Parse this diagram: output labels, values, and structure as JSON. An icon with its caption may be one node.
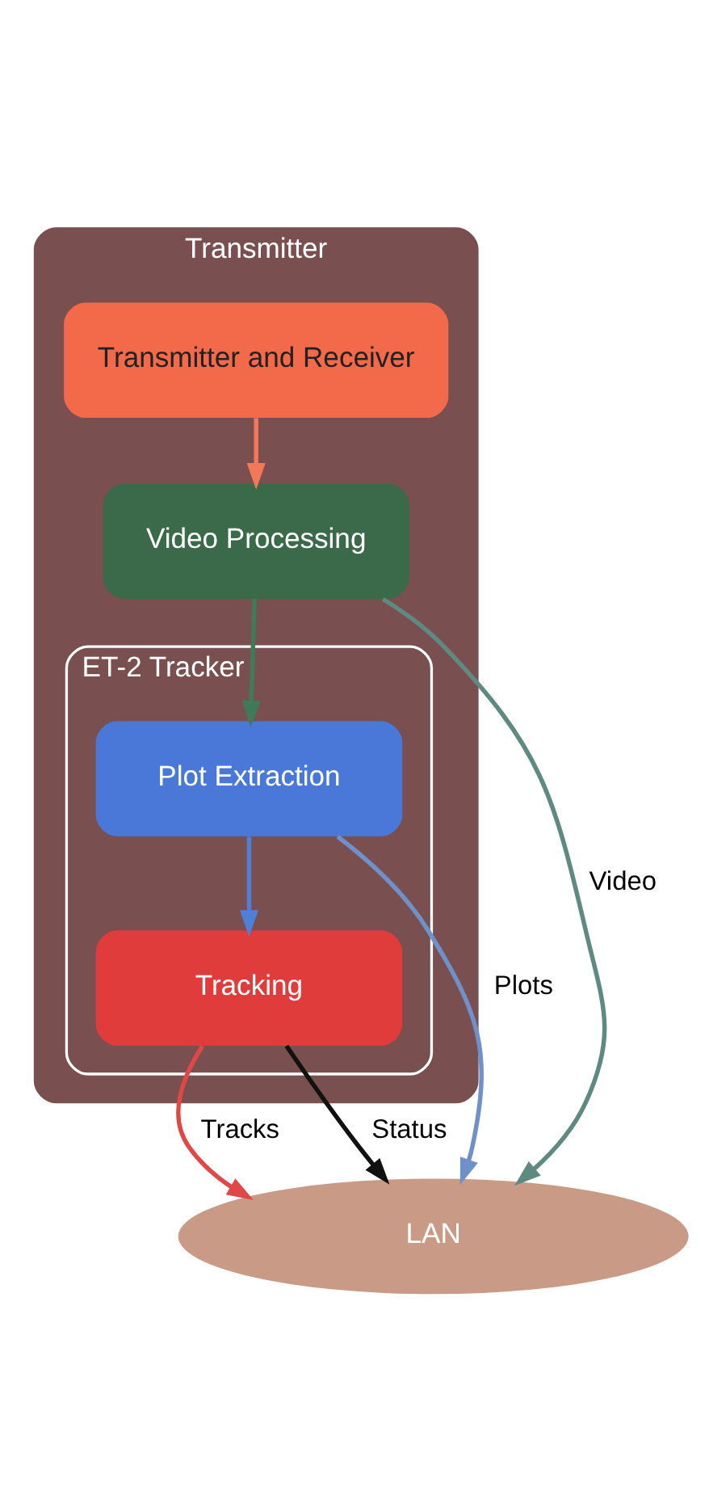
{
  "diagram": {
    "nodes": [
      {
        "text": [
          "Transmitter"
        ]
      },
      {
        "text": [
          "Transmitter and Receiver"
        ],
        "in": 0
      },
      {
        "text": [
          "Video Processing"
        ],
        "in": 0
      },
      {
        "text": [
          "ET-2 Tracker"
        ],
        "in": 0
      },
      {
        "text": [
          "Plot Extraction"
        ],
        "in": 3
      },
      {
        "text": [
          "Tracking"
        ],
        "in": 3
      },
      {
        "text": [
          "LAN"
        ]
      }
    ],
    "edges": [
      {
        "from": 1,
        "to": 2,
        "arrow": "to",
        "color": "#f2785a"
      },
      {
        "from": 2,
        "to": 4,
        "arrow": "to",
        "color": "#3f7a5a"
      },
      {
        "from": 4,
        "to": 5,
        "arrow": "to",
        "color": "#4f7fd8"
      },
      {
        "from": 4,
        "to": 6,
        "label": "Plots",
        "arrow": "to",
        "color": "#6f90c8"
      },
      {
        "from": 5,
        "to": 6,
        "label": "Tracks",
        "arrow": "to",
        "color": "#e04848"
      },
      {
        "from": 5,
        "to": 6,
        "label": "Status",
        "arrow": "to",
        "color": "#111111"
      },
      {
        "from": 2,
        "to": 6,
        "label": "Video",
        "arrow": "to",
        "color": "#5f8a80"
      }
    ]
  }
}
